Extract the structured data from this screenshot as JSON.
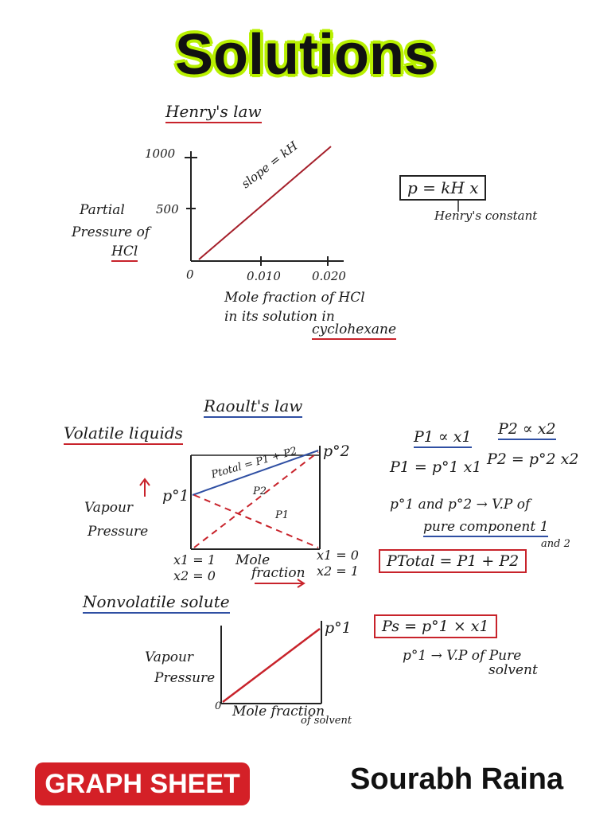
{
  "title": "Solutions",
  "henry": {
    "heading": "Henry's law",
    "y_ticks": [
      "1000",
      "500",
      "0"
    ],
    "x_ticks": [
      "0.010",
      "0.020"
    ],
    "slope_label": "slope = kH",
    "y_label_lines": [
      "Partial",
      "Pressure of",
      "HCl"
    ],
    "x_label_lines": [
      "Mole fraction of HCl",
      "in its solution in",
      "cyclohexane"
    ],
    "formula": "p = kH x",
    "constant_label": "Henry's constant"
  },
  "raoult": {
    "heading": "Raoult's law",
    "volatile_heading": "Volatile liquids",
    "p2_label": "p°2",
    "p1_label": "p°1",
    "ptotal_label": "Ptotal = P1 + P2",
    "line_p2": "P2",
    "line_p1": "P1",
    "y_label_lines": [
      "Vapour",
      "Pressure"
    ],
    "left_axis_lines": [
      "x1 = 1",
      "x2 = 0"
    ],
    "right_axis_lines": [
      "x1 = 0",
      "x2 = 1"
    ],
    "x_label_lines": [
      "Mole",
      "fraction"
    ],
    "prop1": "P1 ∝ x1",
    "prop2": "P2 ∝ x2",
    "eq1": "P1 = p°1 x1",
    "eq2": "P2 = p°2 x2",
    "vp_note_line1": "p°1 and p°2 → V.P of",
    "vp_note_line2": "pure component 1",
    "vp_note_line3": "and 2",
    "total_formula": "PTotal = P1 + P2"
  },
  "nonvolatile": {
    "heading": "Nonvolatile solute",
    "y_label_lines": [
      "Vapour",
      "Pressure"
    ],
    "p1_label": "p°1",
    "origin_label": "0",
    "x_label_lines": [
      "Mole fraction",
      "of solvent"
    ],
    "formula": "Ps = p°1 × x1",
    "note_line1": "p°1 → V.P of Pure",
    "note_line2": "solvent"
  },
  "footer": {
    "badge": "GRAPH SHEET",
    "author": "Sourabh Raina"
  },
  "colors": {
    "accent_red": "#c8232b",
    "accent_blue": "#2f4fa3",
    "title_glow": "#b8f000"
  }
}
